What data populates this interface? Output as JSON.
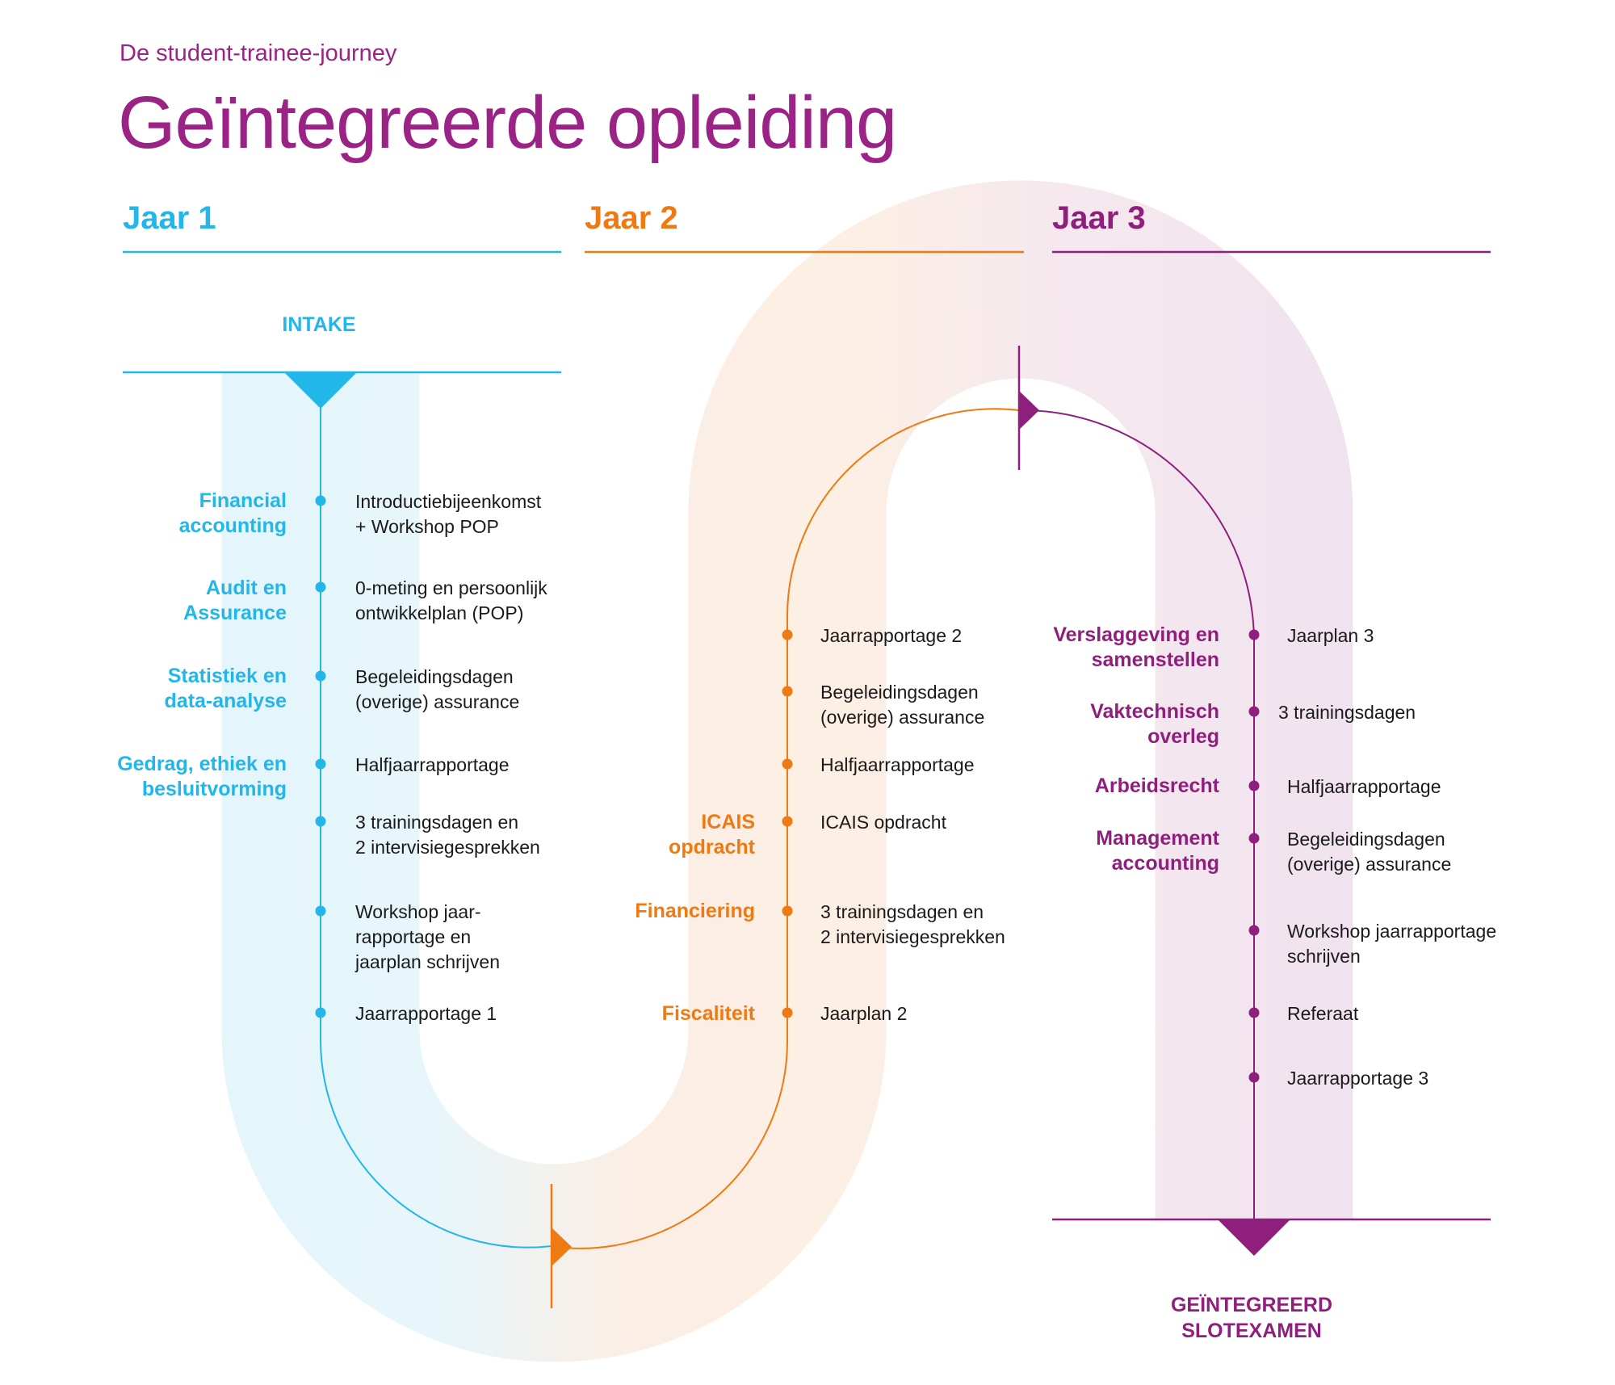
{
  "header": {
    "subtitle": "De student-trainee-journey",
    "title": "Geïntegreerde opleiding"
  },
  "years": [
    {
      "label": "Jaar 1",
      "color": "#23b6e8"
    },
    {
      "label": "Jaar 2",
      "color": "#ef7a12"
    },
    {
      "label": "Jaar 3",
      "color": "#8f1f7c"
    }
  ],
  "start_label": "INTAKE",
  "end_label": [
    "GEÏNTEGREERD",
    "SLOTEXAMEN"
  ],
  "year1": {
    "subjects": [
      [
        "Financial",
        "accounting"
      ],
      [
        "Audit en",
        "Assurance"
      ],
      [
        "Statistiek en",
        "data-analyse"
      ],
      [
        "Gedrag, ethiek en",
        "besluitvorming"
      ]
    ],
    "milestones": [
      [
        "Introductiebijeenkomst",
        "+ Workshop POP"
      ],
      [
        "0-meting en persoonlijk",
        "ontwikkelplan (POP)"
      ],
      [
        "Begeleidingsdagen",
        "(overige) assurance"
      ],
      [
        "Halfjaarrapportage"
      ],
      [
        "3 trainingsdagen en",
        "2 intervisiegesprekken"
      ],
      [
        "Workshop jaar-",
        "rapportage en",
        "jaarplan schrijven"
      ],
      [
        "Jaarrapportage 1"
      ]
    ]
  },
  "year2": {
    "subjects": [
      [
        "ICAIS",
        "opdracht"
      ],
      [
        "Financiering"
      ],
      [
        "Fiscaliteit"
      ]
    ],
    "milestones": [
      [
        "Jaarrapportage 2"
      ],
      [
        "Begeleidingsdagen",
        "(overige) assurance"
      ],
      [
        "Halfjaarrapportage"
      ],
      [
        "ICAIS opdracht"
      ],
      [
        "3 trainingsdagen en",
        "2 intervisiegesprekken"
      ],
      [
        "Jaarplan 2"
      ]
    ]
  },
  "year3": {
    "subjects": [
      [
        "Verslaggeving en",
        "samenstellen"
      ],
      [
        "Vaktechnisch",
        "overleg"
      ],
      [
        "Arbeidsrecht"
      ],
      [
        "Management",
        "accounting"
      ]
    ],
    "milestones": [
      [
        "Jaarplan 3"
      ],
      [
        "3 trainingsdagen"
      ],
      [
        "Halfjaarrapportage"
      ],
      [
        "Begeleidingsdagen",
        "(overige) assurance"
      ],
      [
        "Workshop jaarrapportage",
        "schrijven"
      ],
      [
        "Referaat"
      ],
      [
        "Jaarrapportage 3"
      ]
    ]
  }
}
